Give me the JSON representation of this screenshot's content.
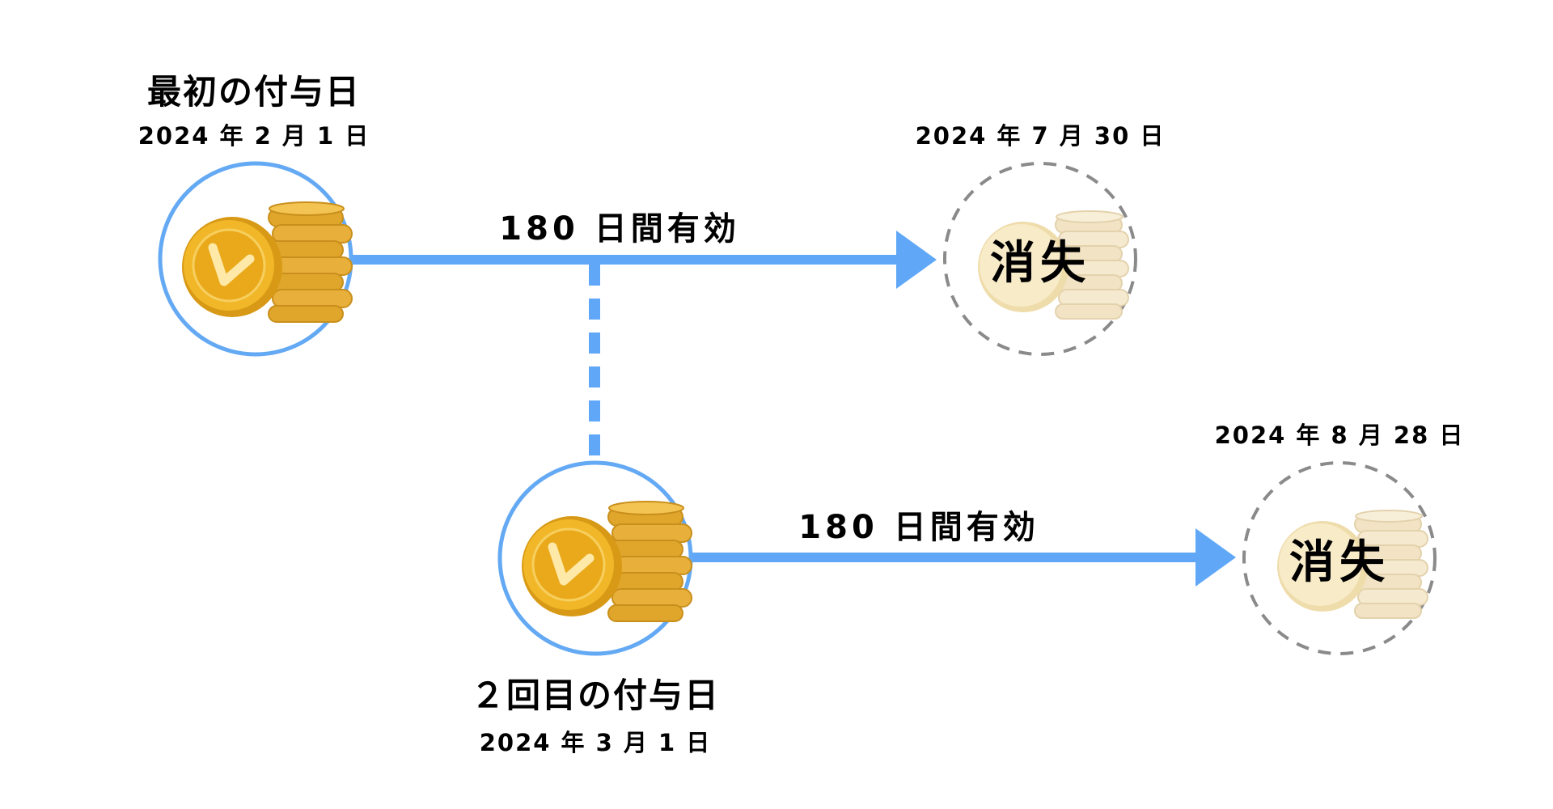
{
  "first_grant": {
    "label": "最初の付与日",
    "date": "2024 年 2 月 1 日"
  },
  "second_grant": {
    "label": "２回目の付与日",
    "date": "2024 年 3 月 1 日"
  },
  "first_expiry": {
    "date": "2024 年 7 月 30 日",
    "status": "消失"
  },
  "second_expiry": {
    "date": "2024 年 8 月 28 日",
    "status": "消失"
  },
  "validity_label_1": "180 日間有効",
  "validity_label_2": "180 日間有効",
  "icons": {
    "grant": "coin-stack-icon",
    "expired": "faded-coin-stack-icon"
  },
  "colors": {
    "arrow": "#60a8f7",
    "grant_ring": "#64a9f3",
    "expired_ring": "#8a8a8a",
    "coin_gold": "#f1b728",
    "coin_faded": "#f6e6c0",
    "text": "#1f1f1f"
  }
}
